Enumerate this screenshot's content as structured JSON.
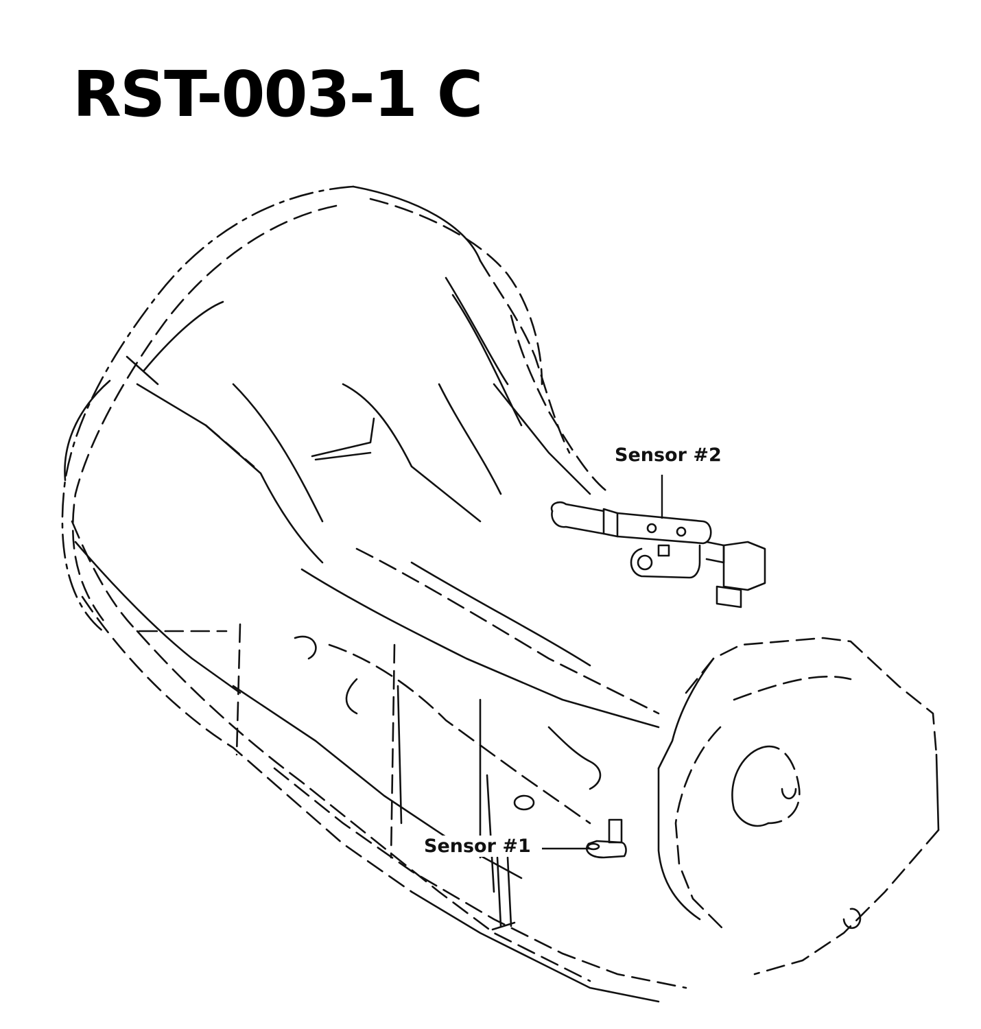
{
  "title": "RST-003-1 C",
  "diagram": {
    "subject": "transmission-line-drawing",
    "callouts": [
      {
        "id": "sensor-2",
        "label": "Sensor #2"
      },
      {
        "id": "sensor-1",
        "label": "Sensor #1"
      }
    ]
  },
  "colors": {
    "line": "#111111",
    "background": "#ffffff"
  }
}
